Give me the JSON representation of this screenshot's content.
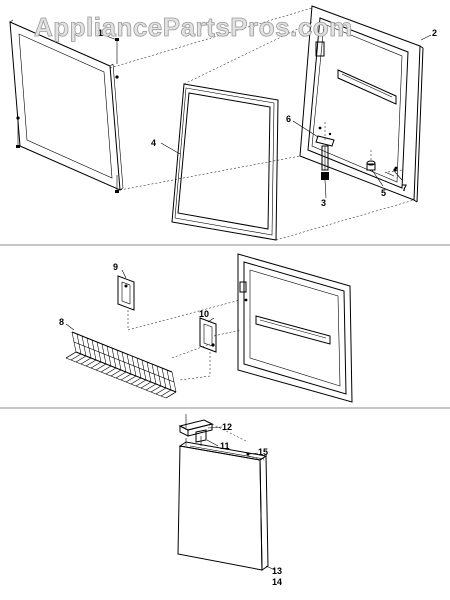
{
  "watermark": "AppliancePartsPros.com",
  "labels": {
    "p1": "1",
    "p2": "2",
    "p3": "3",
    "p4": "4",
    "p5": "5",
    "p6": "6",
    "p7": "7",
    "p8": "8",
    "p9": "9",
    "p10": "10",
    "p11": "11",
    "p12": "12",
    "p13": "13",
    "p14": "14",
    "p15": "15"
  },
  "colors": {
    "ink": "#000000",
    "watermark_fill": "#e2e2e2",
    "watermark_stroke": "#9a9a9a",
    "divider": "#8c8c8c"
  }
}
